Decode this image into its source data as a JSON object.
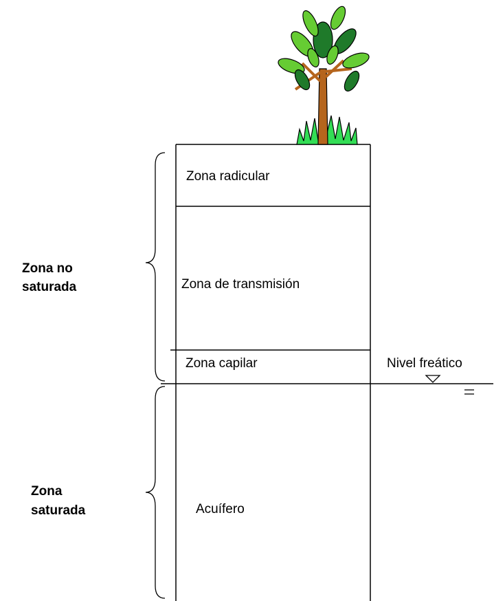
{
  "zones": {
    "root": "Zona radicular",
    "transmission": "Zona de transmisión",
    "capillary": "Zona capilar",
    "aquifer": "Acuífero"
  },
  "groups": {
    "unsaturated_line1": "Zona no",
    "unsaturated_line2": "saturada",
    "saturated_line1": "Zona",
    "saturated_line2": "saturada"
  },
  "water_table": "Nivel freático",
  "colors": {
    "leaf_light": "#66cc33",
    "leaf_dark": "#1f7a2a",
    "trunk": "#b5651d",
    "grass": "#33dd55"
  }
}
